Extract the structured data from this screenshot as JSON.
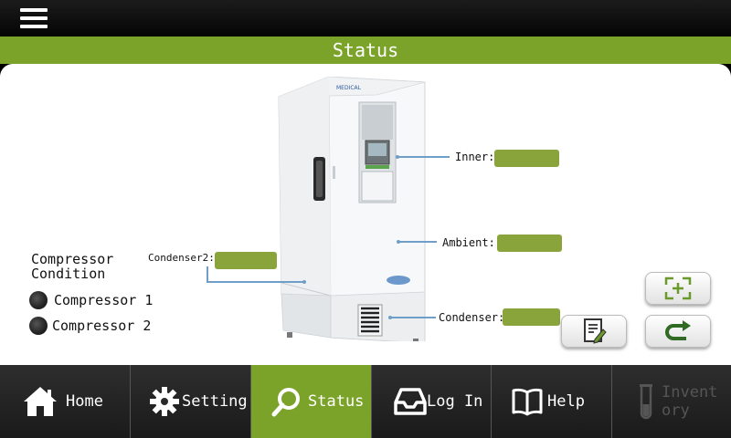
{
  "header": {
    "menu_icon": "hamburger-menu-icon"
  },
  "title": "Status",
  "labels": {
    "inner": "Inner:",
    "ambient": "Ambient:",
    "condenser": "Condenser:",
    "condenser2": "Condenser2:"
  },
  "values": {
    "inner": "",
    "ambient": "",
    "condenser": "",
    "condenser2": ""
  },
  "compressor": {
    "title_line1": "Compressor",
    "title_line2": "Condition",
    "items": [
      {
        "label": "Compressor 1",
        "state": "off"
      },
      {
        "label": "Compressor 2",
        "state": "off"
      }
    ]
  },
  "side_buttons": [
    {
      "icon": "fullscreen-icon"
    },
    {
      "icon": "report-edit-icon"
    },
    {
      "icon": "return-arrow-icon"
    }
  ],
  "nav": [
    {
      "label": "Home",
      "icon": "home-icon",
      "active": false
    },
    {
      "label": "Setting",
      "icon": "gear-icon",
      "active": false
    },
    {
      "label": "Status",
      "icon": "search-icon",
      "active": true
    },
    {
      "label": "Log In",
      "icon": "inbox-tray-icon",
      "active": false
    },
    {
      "label": "Help",
      "icon": "book-icon",
      "active": false
    },
    {
      "label": "Invent\nory",
      "label_line1": "Invent",
      "label_line2": "ory",
      "icon": "test-tube-icon",
      "active": false,
      "disabled": true
    }
  ],
  "colors": {
    "accent_green": "#7ba32a",
    "value_box_green": "#8aa43c",
    "leader_blue": "#6f9ec9",
    "navbar": "#222222"
  }
}
